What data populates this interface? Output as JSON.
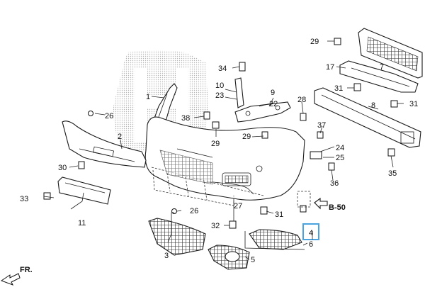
{
  "callouts": {
    "c1": "1",
    "c2": "2",
    "c3": "3",
    "c4": "4",
    "c5": "5",
    "c6": "6",
    "c7": "7",
    "c8": "8",
    "c9": "9",
    "c10": "10",
    "c11": "11",
    "c17": "17",
    "c22": "22",
    "c23": "23",
    "c24": "24",
    "c25": "25",
    "c26a": "26",
    "c26b": "26",
    "c27": "27",
    "c28": "28",
    "c29a": "29",
    "c29b": "29",
    "c29c": "29",
    "c30": "30",
    "c31a": "31",
    "c31b": "31",
    "c31c": "31",
    "c32": "32",
    "c33": "33",
    "c34": "34",
    "c35": "35",
    "c36": "36",
    "c37": "37",
    "c38": "38"
  },
  "reference": "B-50",
  "direction": "FR.",
  "highlight_color": "#4aa3df"
}
